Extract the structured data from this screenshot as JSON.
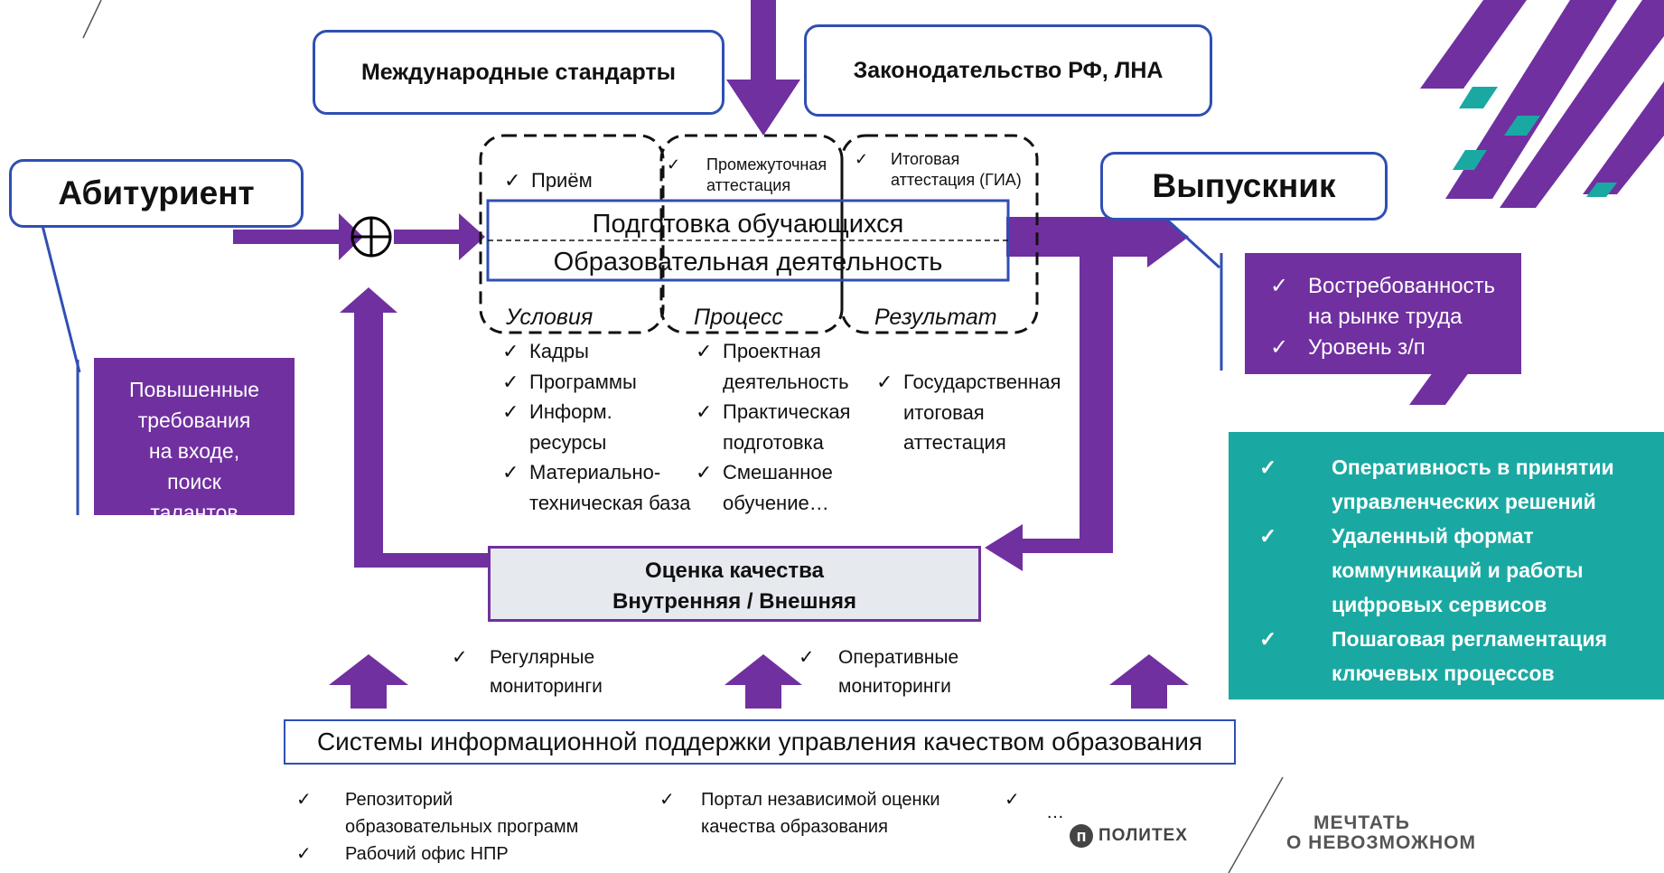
{
  "colors": {
    "purple": "#7030a0",
    "teal": "#1aa9a2",
    "border_blue": "#2f4fb3",
    "eval_bg": "#e6e9ee"
  },
  "standards_box": "Международные стандарты",
  "law_box": "Законодательство РФ, ЛНА",
  "applicant_box": "Абитуриент",
  "graduate_box": "Выпускник",
  "stages": {
    "admission": "Приём",
    "intermediate": [
      "Промежуточная",
      "аттестация"
    ],
    "final": [
      "Итоговая",
      "аттестация (ГИА)"
    ]
  },
  "process_box": {
    "line1": "Подготовка обучающихся",
    "line2": "Образовательная деятельность"
  },
  "phase_labels": {
    "conditions": "Условия",
    "process": "Процесс",
    "result": "Результат"
  },
  "conditions_list": [
    "Кадры",
    "Программы",
    "Информ.",
    "ресурсы",
    "Материально-",
    "техническая база"
  ],
  "process_list": [
    "Проектная",
    "деятельность",
    "Практическая",
    "подготовка",
    "Смешанное",
    "обучение…"
  ],
  "result_list": [
    "Государственная",
    "итоговая",
    "аттестация"
  ],
  "entry_panel": [
    "Повышенные",
    "требования",
    "на входе,",
    "поиск",
    "талантов"
  ],
  "graduate_panel": [
    "Востребованность",
    "на рынке труда",
    "Уровень з/п"
  ],
  "teal_panel": [
    "Оперативность в принятии",
    "управленческих решений",
    "Удаленный формат",
    "коммуникаций и работы",
    "цифровых сервисов",
    "Пошаговая регламентация",
    "ключевых  процессов"
  ],
  "eval_box": {
    "line1": "Оценка качества",
    "line2": "Внутренняя  /  Внешняя"
  },
  "monitoring": {
    "regular": [
      "Регулярные",
      "мониторинги"
    ],
    "operational": [
      "Оперативные",
      "мониторинги"
    ]
  },
  "info_systems_box": "Системы информационной поддержки управления качеством образования",
  "bottom_items": {
    "repo": [
      "Репозиторий",
      "образовательных программ"
    ],
    "portal": [
      "Портал независимой оценки",
      "качества образования"
    ],
    "ellipsis": "…",
    "office": "Рабочий офис НПР"
  },
  "check": "✓",
  "logo_politech": "ПОЛИТЕХ",
  "slogan": [
    "МЕЧТАТЬ",
    "О НЕВОЗМОЖНОМ"
  ]
}
